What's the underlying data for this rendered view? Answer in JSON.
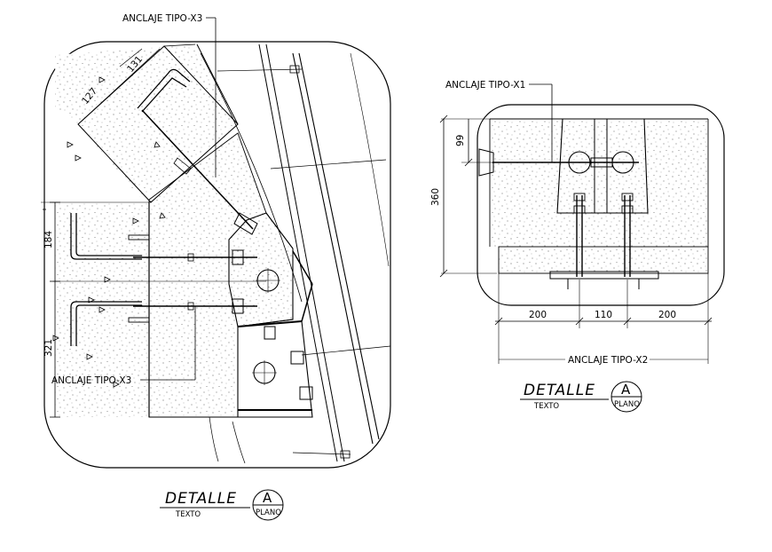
{
  "left_detail": {
    "callouts": {
      "top": "ANCLAJE TIPO-X3",
      "bottom": "ANCLAJE TIPO-X3"
    },
    "dims": {
      "d131": "131",
      "d127": "127",
      "d184": "184",
      "d321": "321"
    },
    "title": {
      "main": "DETALLE",
      "sub": "TEXTO",
      "letter": "A",
      "plano": "PLANO"
    }
  },
  "right_detail": {
    "callouts": {
      "top": "ANCLAJE TIPO-X1",
      "bottom": "ANCLAJE TIPO-X2"
    },
    "dims": {
      "d99": "99",
      "d360": "360",
      "d200a": "200",
      "d110": "110",
      "d200b": "200"
    },
    "title": {
      "main": "DETALLE",
      "sub": "TEXTO",
      "letter": "A",
      "plano": "PLANO"
    }
  }
}
